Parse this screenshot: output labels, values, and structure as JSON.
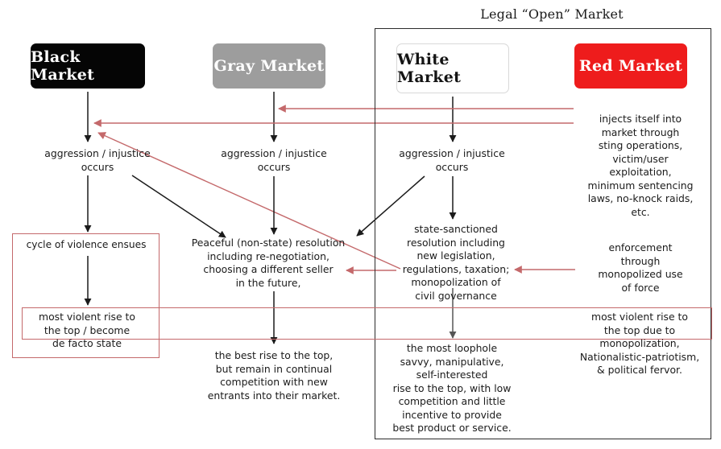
{
  "diagram": {
    "title": "Legal “Open” Market",
    "colors": {
      "black_market": "#050505",
      "gray_market": "#9d9d9d",
      "white_market": "#ffffff",
      "red_market": "#ee1c1c",
      "red_arrow": "#c4696b",
      "red_outline": "#c4696b",
      "black_arrow": "#1b1b1b",
      "container_border": "#2b2b2b"
    }
  },
  "markets": {
    "black": "Black Market",
    "gray": "Gray Market",
    "white": "White Market",
    "red": "Red Market"
  },
  "nodes": {
    "aggression_black": "aggression / injustice\noccurs",
    "aggression_gray": "aggression / injustice\noccurs",
    "aggression_white": "aggression / injustice\noccurs",
    "red_injects": "injects itself into\nmarket through\nsting operations,\nvictim/user\nexploitation,\nminimum sentencing\nlaws, no-knock raids,\netc.",
    "red_enforcement": "enforcement\nthrough\nmonopolized use\nof force",
    "cycle_of_violence": "cycle of violence ensues",
    "peaceful_resolution": "Peaceful (non-state) resolution\nincluding re-negotiation,\nchoosing a different seller\nin the future,",
    "state_sanctioned": "state-sanctioned\nresolution including\nnew legislation,\nregulations, taxation;\nmonopolization of\ncivil governance",
    "violent_black": "most violent rise to\nthe top / become\nde facto state",
    "violent_red": "most violent rise to\nthe top due to\nmonopolization,\nNationalistic-patriotism,\n& political fervor.",
    "best_rise": "the best rise to the top,\nbut remain in continual\ncompetition with new\nentrants into their market.",
    "loophole_savvy": "the most loophole\nsavvy, manipulative,\nself-interested\nrise to the top, with low\ncompetition and little\nincentive to provide\nbest product or service."
  },
  "edges": [
    {
      "id": "black-chip-to-aggression",
      "kind": "arrow-down",
      "color": "#1b1b1b"
    },
    {
      "id": "gray-chip-to-aggression",
      "kind": "arrow-down",
      "color": "#1b1b1b"
    },
    {
      "id": "white-chip-to-aggression",
      "kind": "arrow-down",
      "color": "#1b1b1b"
    },
    {
      "id": "red-to-gray-market",
      "kind": "arrow-left",
      "color": "#c4696b"
    },
    {
      "id": "red-to-black-market",
      "kind": "arrow-left",
      "color": "#c4696b"
    },
    {
      "id": "state-resolution-to-black-market",
      "kind": "arrow-diagonal",
      "color": "#c4696b"
    },
    {
      "id": "black-aggression-to-cycle",
      "kind": "arrow-down",
      "color": "#1b1b1b"
    },
    {
      "id": "black-aggression-to-peaceful",
      "kind": "arrow-diagonal",
      "color": "#1b1b1b"
    },
    {
      "id": "gray-aggression-to-peaceful",
      "kind": "arrow-down",
      "color": "#1b1b1b"
    },
    {
      "id": "white-aggression-to-state",
      "kind": "arrow-down",
      "color": "#1b1b1b"
    },
    {
      "id": "white-aggression-to-peaceful",
      "kind": "arrow-diagonal",
      "color": "#1b1b1b"
    },
    {
      "id": "state-to-peaceful",
      "kind": "arrow-left",
      "color": "#c4696b"
    },
    {
      "id": "enforcement-to-state",
      "kind": "arrow-left",
      "color": "#c4696b"
    },
    {
      "id": "cycle-to-violent",
      "kind": "arrow-down",
      "color": "#1b1b1b"
    },
    {
      "id": "peaceful-to-best-rise",
      "kind": "arrow-down",
      "color": "#1b1b1b"
    },
    {
      "id": "state-to-loophole",
      "kind": "arrow-down",
      "color": "#555555"
    }
  ]
}
